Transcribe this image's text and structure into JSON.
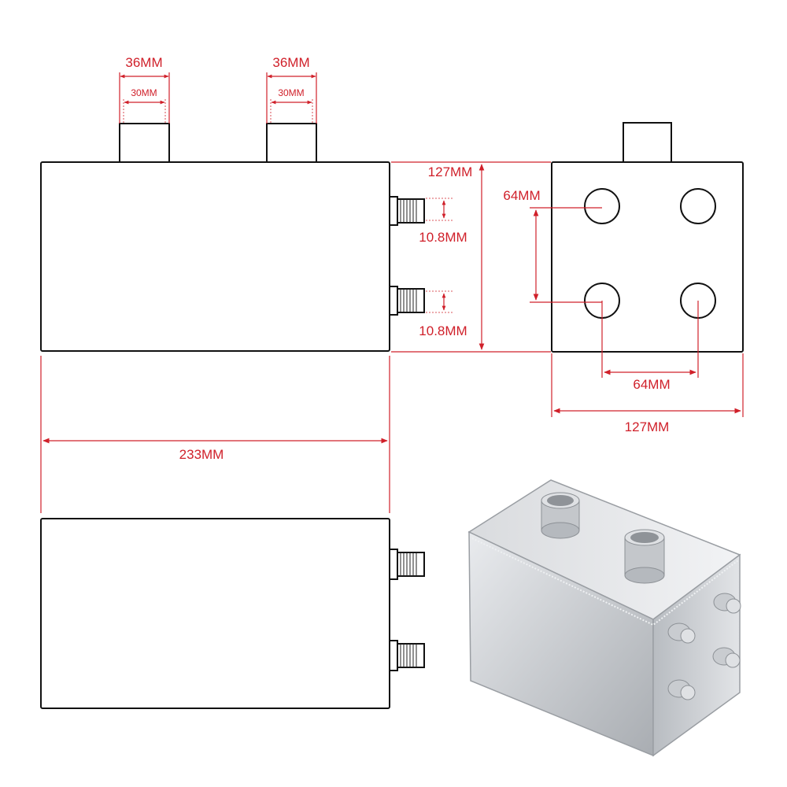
{
  "dimensions": {
    "inlet_outer_left": "36MM",
    "inlet_inner_left": "30MM",
    "inlet_outer_right": "36MM",
    "inlet_inner_right": "30MM",
    "height": "127MM",
    "fitting_upper": "10.8MM",
    "fitting_lower": "10.8MM",
    "hole_spacing_vertical": "64MM",
    "hole_spacing_horizontal": "64MM",
    "end_width": "127MM",
    "length": "233MM"
  },
  "colors": {
    "dimension_red": "#d0202a",
    "outline": "#111111",
    "aluminum": "#c9ccd0"
  },
  "icons": {
    "fitting": "an-fitting-icon"
  }
}
